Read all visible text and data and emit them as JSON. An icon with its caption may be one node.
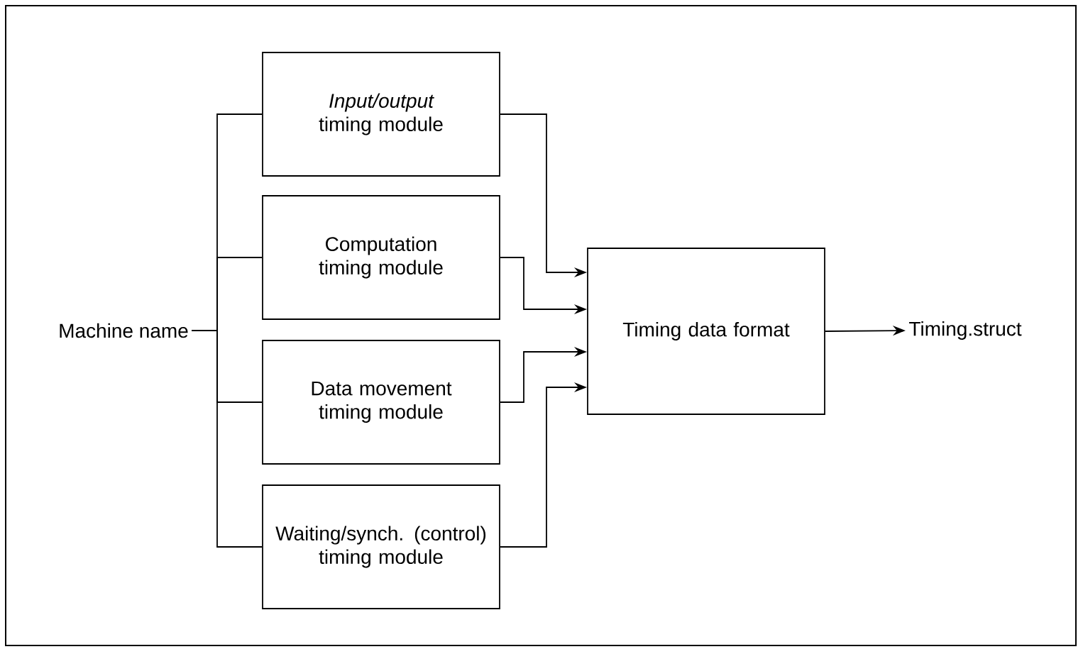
{
  "diagram": {
    "nodes": [
      {
        "text": [
          "Machine name"
        ]
      },
      {
        "text": [
          "*Input/output* timing module"
        ]
      },
      {
        "text": [
          "Computation timing module"
        ]
      },
      {
        "text": [
          "Data movement timing module"
        ]
      },
      {
        "text": [
          "Waiting/synch. (control) timing module"
        ]
      },
      {
        "text": [
          "Timing data format"
        ]
      },
      {
        "text": [
          "Timing.struct"
        ]
      }
    ],
    "edges": [
      {
        "from": 0,
        "to": 1,
        "arrow": "none"
      },
      {
        "from": 0,
        "to": 2,
        "arrow": "none"
      },
      {
        "from": 0,
        "to": 3,
        "arrow": "none"
      },
      {
        "from": 0,
        "to": 4,
        "arrow": "none"
      },
      {
        "from": 1,
        "to": 5,
        "arrow": "to"
      },
      {
        "from": 2,
        "to": 5,
        "arrow": "to"
      },
      {
        "from": 3,
        "to": 5,
        "arrow": "to"
      },
      {
        "from": 4,
        "to": 5,
        "arrow": "to"
      },
      {
        "from": 5,
        "to": 6,
        "arrow": "to"
      }
    ]
  }
}
